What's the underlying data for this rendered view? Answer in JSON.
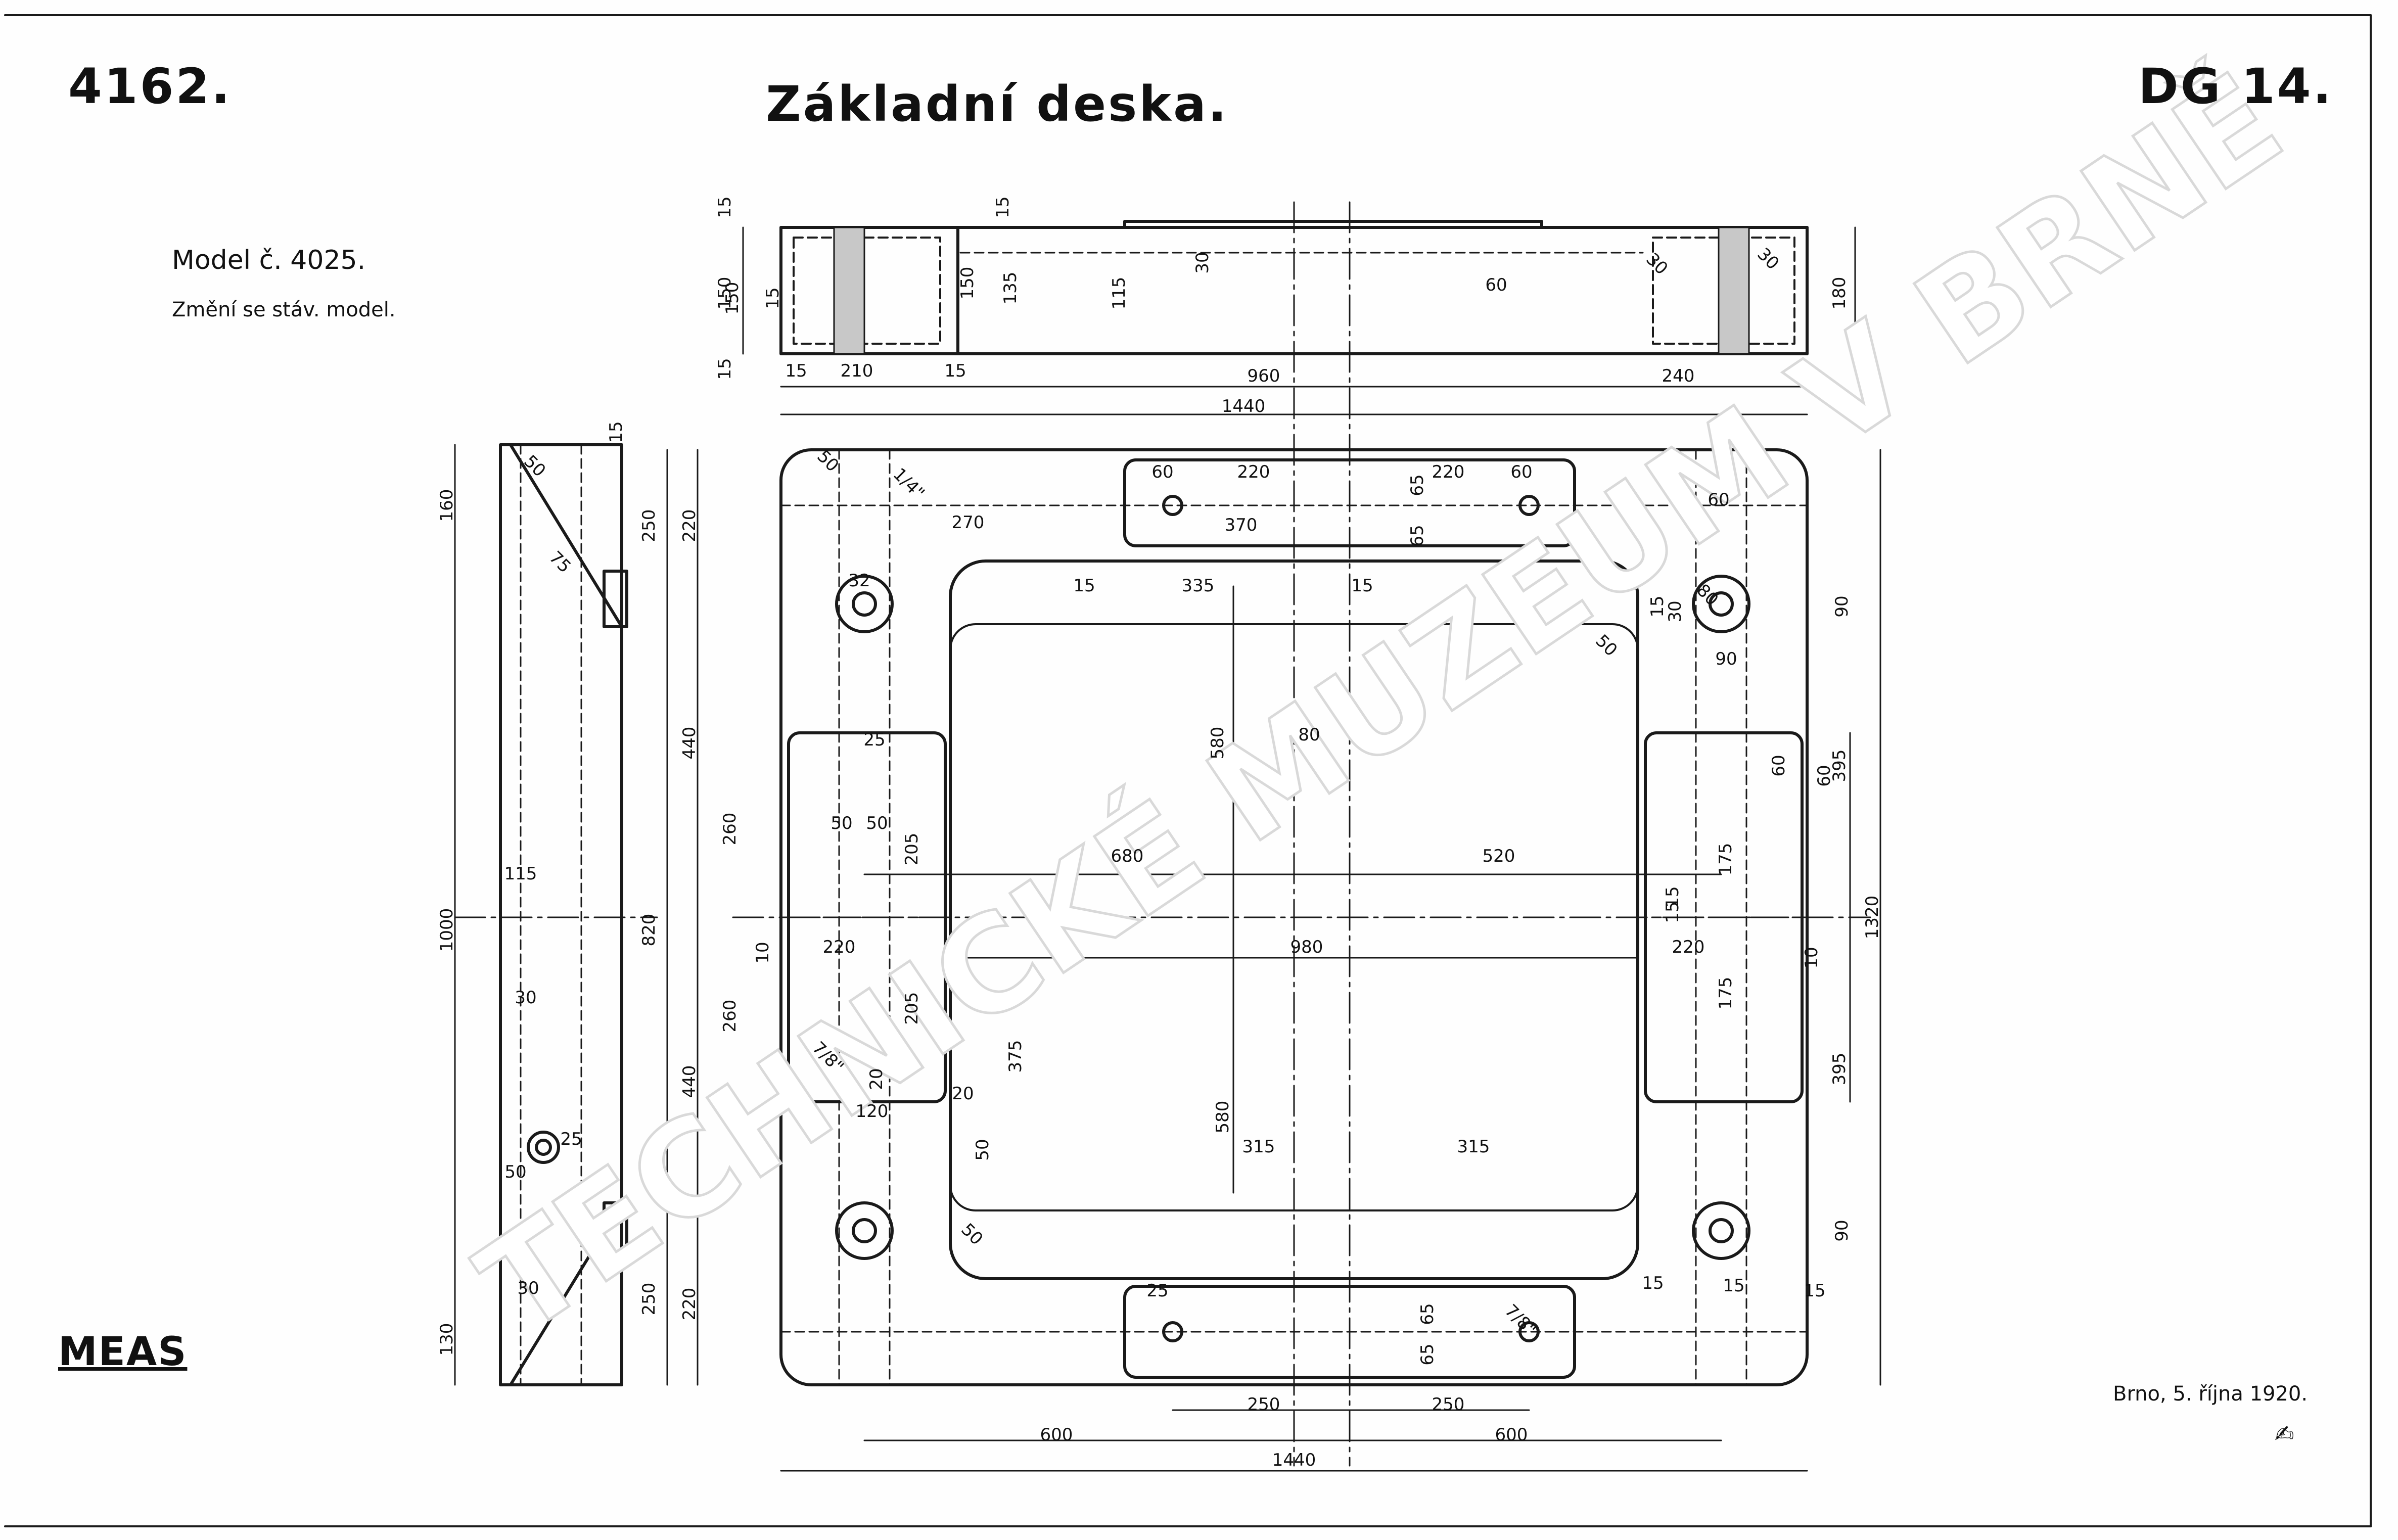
{
  "sheet": {
    "drawing_number": "4162.",
    "title": "Základní deska.",
    "sheet_code": "DG 14.",
    "model_number": "Model č. 4025.",
    "model_note": "Změní se stáv. model.",
    "maker_logo": "MEAS",
    "place_date": "Brno, 5. října 1920.",
    "watermark": "TECHNICKÉ MUZEUM V BRNĚ"
  },
  "dimensions": {
    "top_view": [
      "15",
      "150",
      "15",
      "15",
      "150",
      "15",
      "150",
      "135",
      "115",
      "30",
      "60",
      "30",
      "30",
      "180",
      "15",
      "210",
      "15",
      "960",
      "240",
      "1440"
    ],
    "side_view": [
      "15",
      "160",
      "50",
      "75",
      "250",
      "220",
      "440",
      "1000",
      "820",
      "115",
      "30",
      "25",
      "50",
      "440",
      "250",
      "220",
      "130",
      "30"
    ],
    "plan_view": [
      "50",
      "60",
      "220",
      "220",
      "60",
      "65",
      "65",
      "370",
      "270",
      "1/4\"",
      "32",
      "15",
      "335",
      "15",
      "30",
      "60",
      "80",
      "15",
      "90",
      "90",
      "50",
      "580",
      "80",
      "25",
      "260",
      "50",
      "50",
      "205",
      "680",
      "520",
      "10",
      "220",
      "980",
      "220",
      "10",
      "15",
      "60",
      "175",
      "15",
      "175",
      "205",
      "375",
      "7/8\"",
      "20",
      "260",
      "120",
      "20",
      "50",
      "580",
      "315",
      "315",
      "60",
      "395",
      "395",
      "1320",
      "90",
      "50",
      "25",
      "65",
      "65",
      "7/8\"",
      "15",
      "15",
      "15",
      "250",
      "250",
      "600",
      "600",
      "1440"
    ]
  }
}
